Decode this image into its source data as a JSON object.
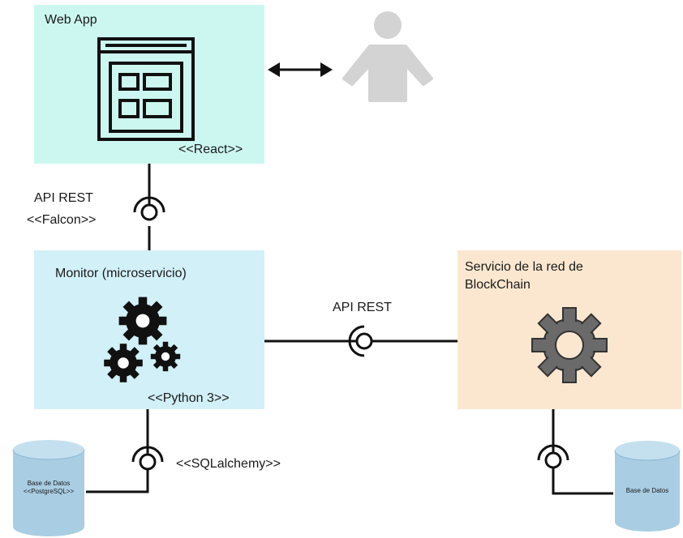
{
  "webapp": {
    "title": "Web App",
    "stereotype": "<<React>>"
  },
  "api_react": {
    "line1": "API REST",
    "line2": "<<Falcon>>"
  },
  "monitor": {
    "title": "Monitor (microservicio)",
    "stereotype": "<<Python 3>>"
  },
  "api_blockchain": {
    "label": "API REST"
  },
  "blockchain": {
    "title": "Servicio de la red de BlockChain"
  },
  "sqlalchemy": {
    "label": "<<SQLalchemy>>"
  },
  "db_postgres": {
    "line1": "Base de Datos",
    "line2": "<<PostgreSQL>>"
  },
  "db_blockchain": {
    "label": "Base de Datos"
  },
  "colors": {
    "webapp_bg": "#ccf7f0",
    "monitor_bg": "#d2f0f8",
    "blockchain_bg": "#fbe7cf",
    "db_fill": "#a9cde3",
    "user_fill": "#d3d3d3",
    "gear_grey": "#6a6a6a"
  }
}
